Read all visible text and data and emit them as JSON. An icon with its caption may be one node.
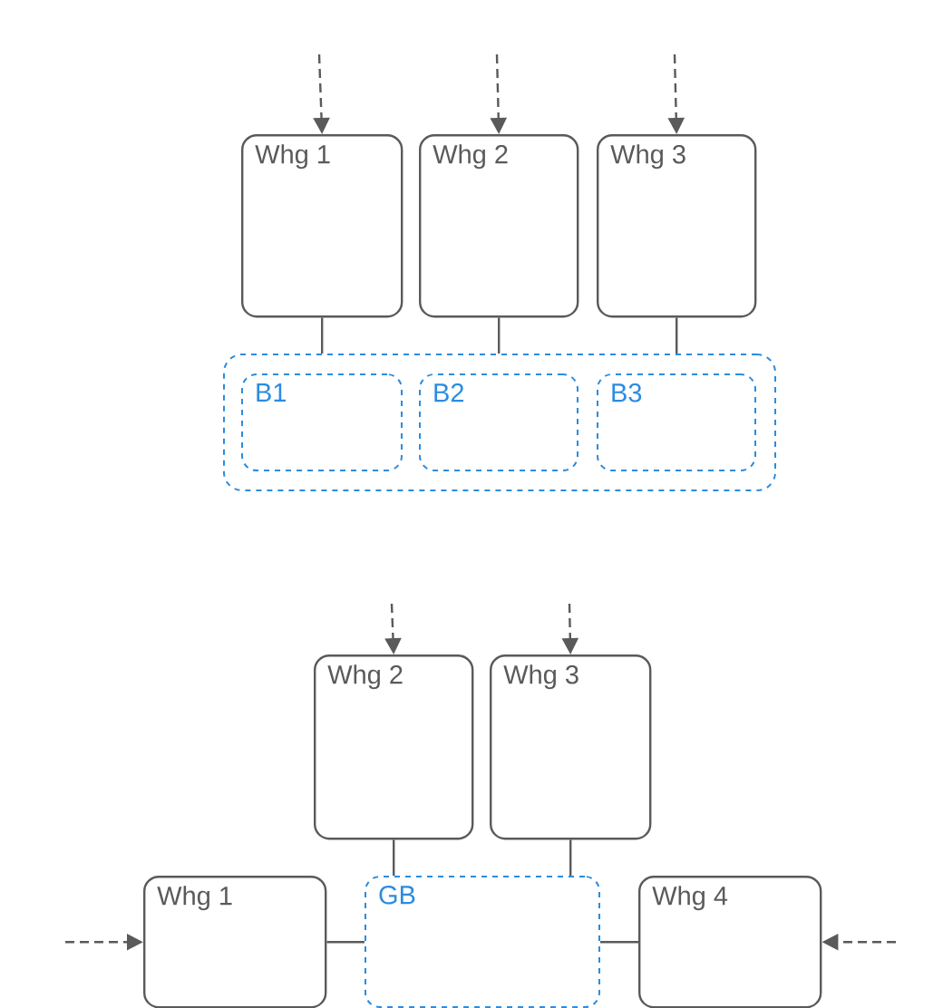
{
  "diagram": {
    "nodes": [
      {
        "text": [
          "Whg 1"
        ]
      },
      {
        "text": [
          "Whg 2"
        ]
      },
      {
        "text": [
          "Whg 3"
        ]
      },
      {
        "text": [],
        "shape": "box"
      },
      {
        "text": [
          "B1"
        ],
        "in": 3
      },
      {
        "text": [
          "B2"
        ],
        "in": 3
      },
      {
        "text": [
          "B3"
        ],
        "in": 3
      },
      {
        "text": [
          "Whg 2"
        ]
      },
      {
        "text": [
          "Whg 3"
        ]
      },
      {
        "text": [
          "Whg 1"
        ]
      },
      {
        "text": [
          "GB"
        ]
      },
      {
        "text": [
          "Whg 4"
        ]
      }
    ],
    "edges": [
      {
        "from": null,
        "to": 0,
        "arrow": "to",
        "style": "dashed"
      },
      {
        "from": null,
        "to": 1,
        "arrow": "to",
        "style": "dashed"
      },
      {
        "from": null,
        "to": 2,
        "arrow": "to",
        "style": "dashed"
      },
      {
        "from": 0,
        "to": 3,
        "arrow": "none"
      },
      {
        "from": 1,
        "to": 3,
        "arrow": "none"
      },
      {
        "from": 2,
        "to": 3,
        "arrow": "none"
      },
      {
        "from": null,
        "to": 7,
        "arrow": "to",
        "style": "dashed"
      },
      {
        "from": null,
        "to": 8,
        "arrow": "to",
        "style": "dashed"
      },
      {
        "from": 7,
        "to": 10,
        "arrow": "none"
      },
      {
        "from": 8,
        "to": 10,
        "arrow": "none"
      },
      {
        "from": null,
        "to": 9,
        "arrow": "to",
        "style": "dashed"
      },
      {
        "from": 9,
        "to": 10,
        "arrow": "none"
      },
      {
        "from": 11,
        "to": 10,
        "arrow": "none"
      },
      {
        "from": null,
        "to": 11,
        "arrow": "to",
        "style": "dashed"
      }
    ]
  }
}
